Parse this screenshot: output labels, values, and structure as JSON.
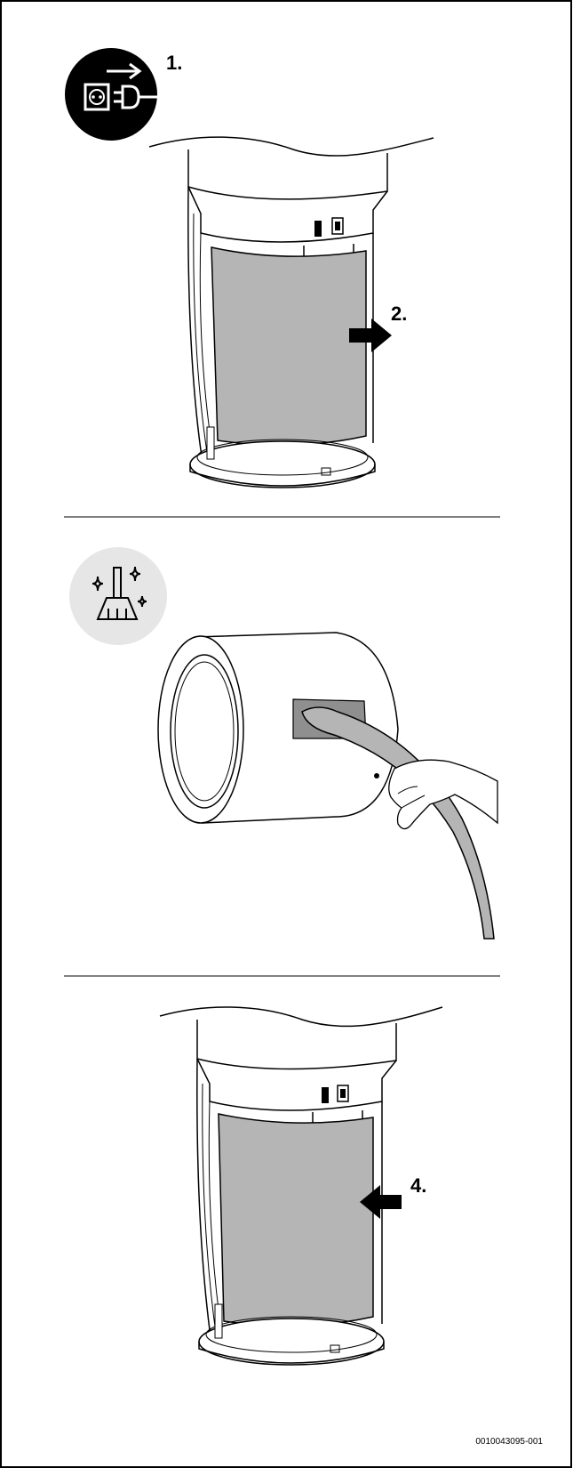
{
  "steps": {
    "step1": "1.",
    "step2": "2.",
    "step4": "4."
  },
  "icons": {
    "disconnect": "disconnect-power-icon",
    "clean": "clean-broom-icon"
  },
  "colors": {
    "filter_gray": "#b5b5b5",
    "line": "#000000",
    "badge_light": "#e6e6e6"
  },
  "footer": {
    "code": "0010043095-001"
  }
}
